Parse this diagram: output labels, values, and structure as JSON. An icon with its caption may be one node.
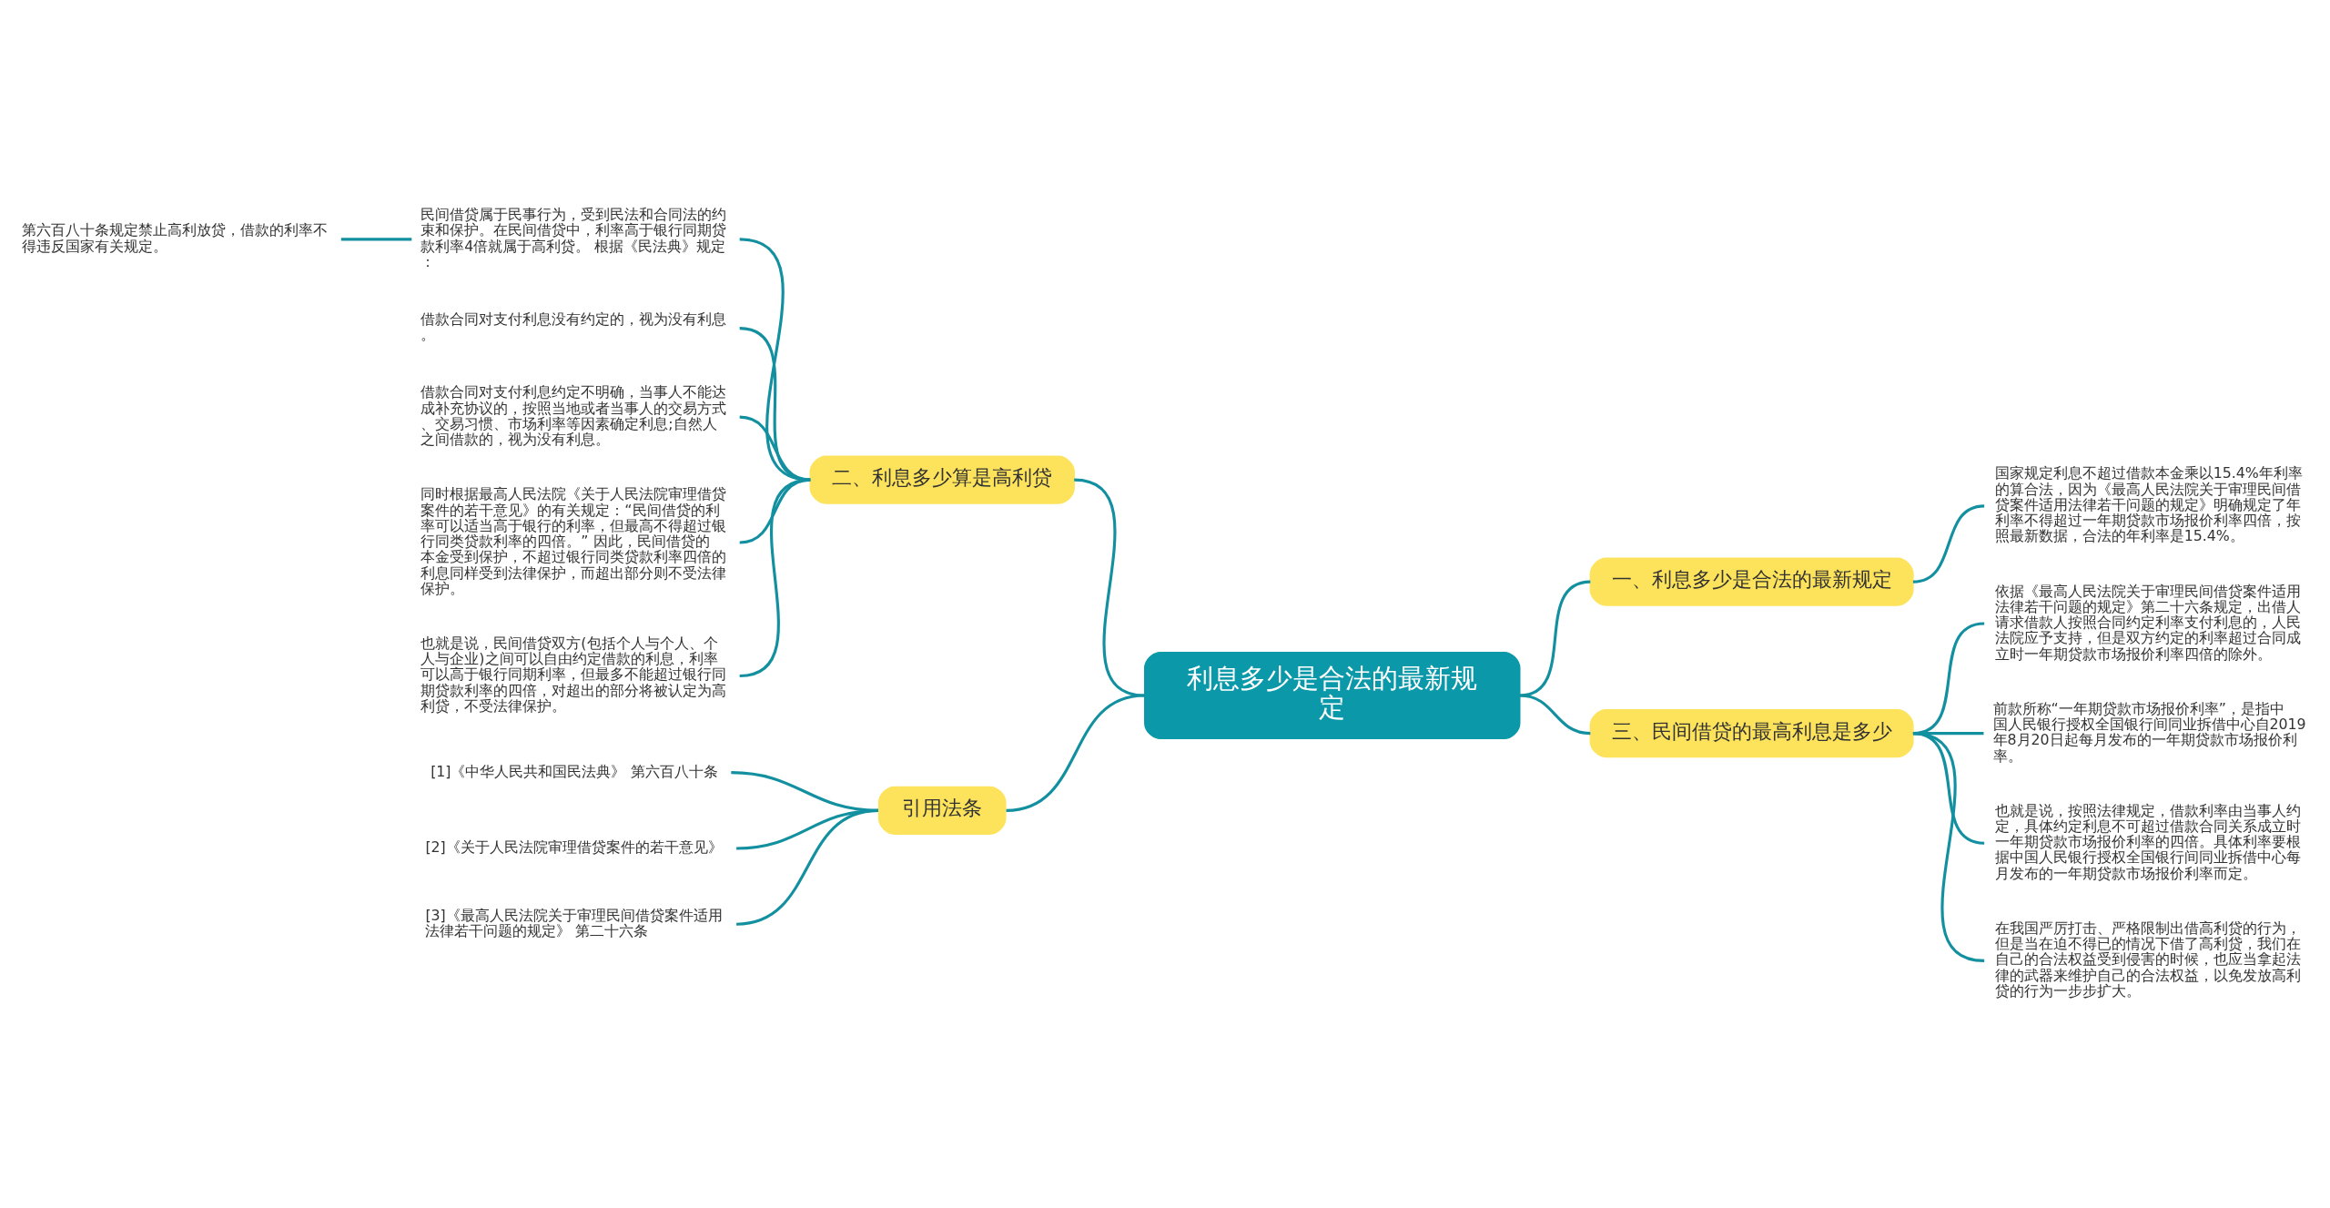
{
  "diagram": {
    "nodes": [
      {
        "text": [
          "利息多少是合法的最新规定"
        ]
      },
      {
        "text": [
          "一、利息多少是合法的最新规定"
        ]
      },
      {
        "text": [
          "国家规定利息不超过借款本金乘以15.4%年利率的算合法，因为《最高人民法院关于审理民间借贷案件适用法律若干问题的规定》明确规定了年利率不得超过一年期贷款市场报价利率四倍，按照最新数据，合法的年利率是15.4%。"
        ]
      },
      {
        "text": [
          "三、民间借贷的最高利息是多少"
        ]
      },
      {
        "text": [
          "依据《最高人民法院关于审理民间借贷案件适用法律若干问题的规定》第二十六条规定，出借人请求借款人按照合同约定利率支付利息的，人民法院应予支持，但是双方约定的利率超过合同成立时一年期贷款市场报价利率四倍的除外。"
        ]
      },
      {
        "text": [
          "前款所称“一年期贷款市场报价利率”，是指中国人民银行授权全国银行间同业拆借中心自2019年8月20日起每月发布的一年期贷款市场报价利率。"
        ]
      },
      {
        "text": [
          "也就是说，按照法律规定，借款利率由当事人约定，具体约定利息不可超过借款合同关系成立时一年期贷款市场报价利率的四倍。具体利率要根据中国人民银行授权全国银行间同业拆借中心每月发布的一年期贷款市场报价利率而定。"
        ]
      },
      {
        "text": [
          "在我国严厉打击、严格限制出借高利贷的行为，但是当在迫不得已的情况下借了高利贷，我们在自己的合法权益受到侵害的时候，也应当拿起法律的武器来维护自己的合法权益，以免发放高利贷的行为一步步扩大。"
        ]
      },
      {
        "text": [
          "二、利息多少算是高利贷"
        ]
      },
      {
        "text": [
          "民间借贷属于民事行为，受到民法和合同法的约束和保护。在民间借贷中，利率高于银行同期贷款利率4倍就属于高利贷。 根据《民法典》规定："
        ]
      },
      {
        "text": [
          "借款合同对支付利息没有约定的，视为没有利息。"
        ]
      },
      {
        "text": [
          "借款合同对支付利息约定不明确，当事人不能达成补充协议的，按照当地或者当事人的交易方式、交易习惯、市场利率等因素确定利息;自然人之间借款的，视为没有利息。"
        ]
      },
      {
        "text": [
          "同时根据最高人民法院《关于人民法院审理借贷案件的若干意见》的有关规定：“民间借贷的利率可以适当高于银行的利率，但最高不得超过银行同类贷款利率的四倍。” 因此，民间借贷的本金受到保护，不超过银行同类贷款利率四倍的利息同样受到法律保护，而超出部分则不受法律保护。"
        ]
      },
      {
        "text": [
          "也就是说，民间借贷双方(包括个人与个人、个人与企业)之间可以自由约定借款的利息，利率可以高于银行同期利率，但最多不能超过银行同期贷款利率的四倍，对超出的部分将被认定为高利贷，不受法律保护。"
        ]
      },
      {
        "text": [
          "第六百八十条规定禁止高利放贷，借款的利率不得违反国家有关规定。"
        ]
      },
      {
        "text": [
          "引用法条"
        ]
      },
      {
        "text": [
          "[1]《中华人民共和国民法典》 第六百八十条"
        ]
      },
      {
        "text": [
          "[2]《关于人民法院审理借贷案件的若干意见》"
        ]
      },
      {
        "text": [
          "[3]《最高人民法院关于审理民间借贷案件适用法律若干问题的规定》 第二十六条"
        ]
      }
    ],
    "edges": [
      {
        "from": 0,
        "to": 1,
        "arrow": "none"
      },
      {
        "from": 1,
        "to": 2,
        "arrow": "none"
      },
      {
        "from": 0,
        "to": 3,
        "arrow": "none"
      },
      {
        "from": 3,
        "to": 4,
        "arrow": "none"
      },
      {
        "from": 3,
        "to": 5,
        "arrow": "none"
      },
      {
        "from": 3,
        "to": 6,
        "arrow": "none"
      },
      {
        "from": 3,
        "to": 7,
        "arrow": "none"
      },
      {
        "from": 8,
        "to": 0,
        "arrow": "none"
      },
      {
        "from": 9,
        "to": 8,
        "arrow": "none"
      },
      {
        "from": 10,
        "to": 8,
        "arrow": "none"
      },
      {
        "from": 11,
        "to": 8,
        "arrow": "none"
      },
      {
        "from": 12,
        "to": 8,
        "arrow": "none"
      },
      {
        "from": 13,
        "to": 8,
        "arrow": "none"
      },
      {
        "from": 14,
        "to": 9,
        "arrow": "none"
      },
      {
        "from": 15,
        "to": 0,
        "arrow": "none"
      },
      {
        "from": 16,
        "to": 15,
        "arrow": "none"
      },
      {
        "from": 17,
        "to": 15,
        "arrow": "none"
      },
      {
        "from": 18,
        "to": 15,
        "arrow": "none"
      }
    ]
  }
}
